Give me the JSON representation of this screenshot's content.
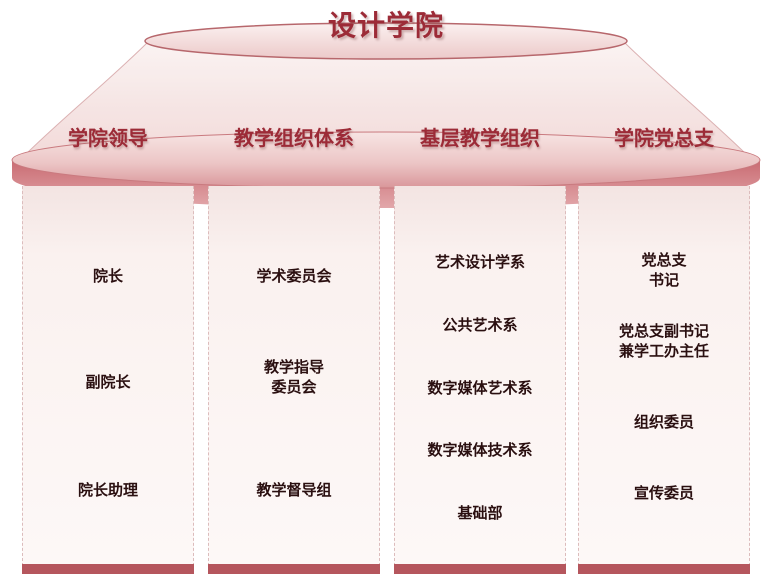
{
  "title": "设计学院",
  "columns": [
    {
      "name": "学院领导",
      "items": [
        "院长",
        "副院长",
        "院长助理"
      ]
    },
    {
      "name": "教学组织体系",
      "items": [
        "学术委员会",
        "教学指导\n委员会",
        "教学督导组"
      ]
    },
    {
      "name": "基层教学组织",
      "items": [
        "艺术设计学系",
        "公共艺术系",
        "数字媒体艺术系",
        "数字媒体技术系",
        "基础部"
      ]
    },
    {
      "name": "学院党总支",
      "items": [
        "党总支\n书记",
        "党总支副书记\n兼学工办主任",
        "组织委员",
        "宣传委员"
      ]
    }
  ],
  "colors": {
    "accent": "#9c2b37",
    "disc": "#d98a91",
    "disc_dark": "#b5565d",
    "panel": "#faf1ef",
    "text": "#2a0f10"
  }
}
